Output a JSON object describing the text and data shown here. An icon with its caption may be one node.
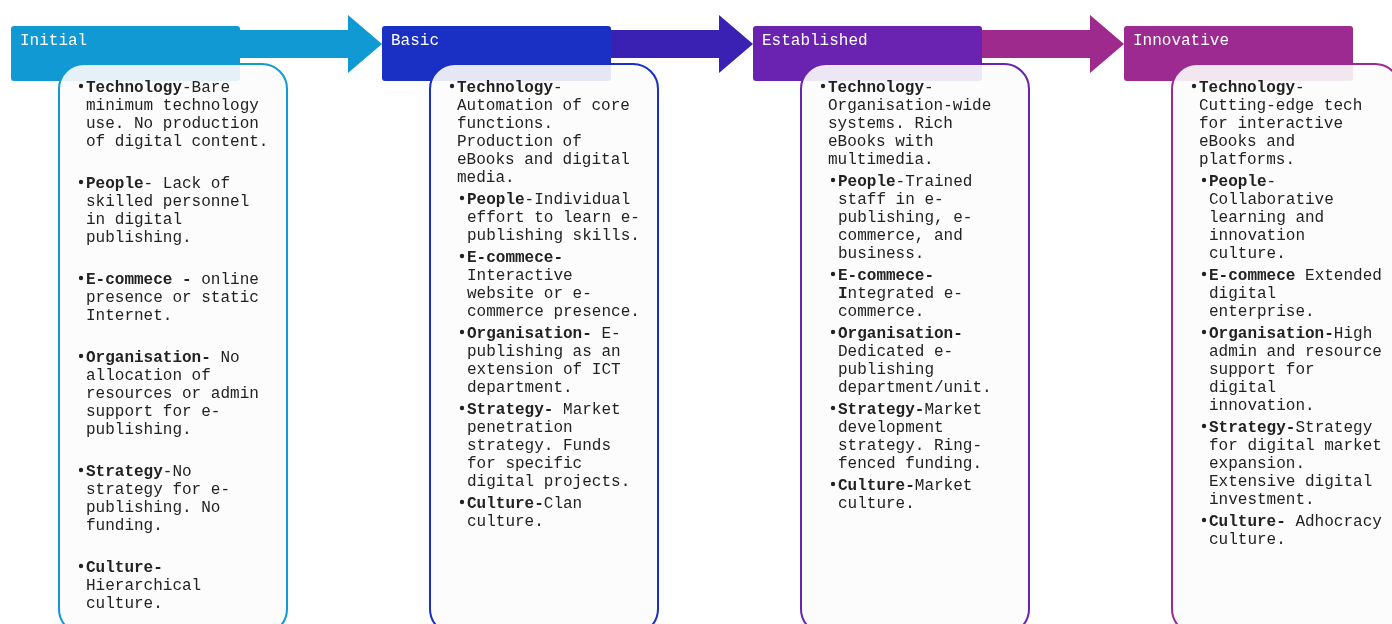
{
  "diagram": {
    "nodes": [
      {
        "text": [
          "Initial"
        ]
      },
      {
        "text": [
          "**Technology**-Bare minimum technology use. No production of digital content.",
          "**People**- Lack of skilled personnel in digital publishing.",
          "**E-commece -** online presence or static Internet.",
          "**Organisation-** No allocation of resources or admin support for e-publishing.",
          "**Strategy**-No strategy for e-publishing. No funding.",
          "**Culture-** Hierarchical culture."
        ]
      },
      {
        "text": [
          "Basic"
        ]
      },
      {
        "text": [
          "**Technology**- Automation of core functions. Production of eBooks and digital media.",
          "**People**-Individual effort to learn e-publishing skills.",
          "**E-commece-** Interactive website or e-commerce presence.",
          "**Organisation-** E-publishing as an extension of ICT department.",
          "**Strategy-** Market penetration strategy. Funds for specific digital projects.",
          "**Culture-**Clan culture."
        ]
      },
      {
        "text": [
          "Established"
        ]
      },
      {
        "text": [
          "**Technology**- Organisation-wide systems. Rich eBooks with multimedia.",
          "**People**-Trained staff in e-publishing, e-commerce, and business.",
          "**E-commece- I**ntegrated e-commerce.",
          "**Organisation-** Dedicated e-publishing department/unit.",
          "**Strategy-**Market development strategy. Ring-fenced funding.",
          "**Culture-**Market culture."
        ]
      },
      {
        "text": [
          "Innovative"
        ]
      },
      {
        "text": [
          "**Technology**- Cutting-edge tech for interactive eBooks and platforms.",
          "**People**- Collaborative learning and innovation culture.",
          "**E-commece** Extended digital enterprise.",
          "**Organisation-**High admin and resource support for digital innovation.",
          "**Strategy-**Strategy for digital market expansion. Extensive digital investment.",
          "**Culture-** Adhocracy culture."
        ]
      }
    ],
    "edges": [
      {
        "from": 0,
        "to": 2,
        "arrow": "to",
        "color": "#1199d4"
      },
      {
        "from": 2,
        "to": 4,
        "arrow": "to",
        "color": "#3b20b4"
      },
      {
        "from": 4,
        "to": 6,
        "arrow": "to",
        "color": "#9e2a8e"
      }
    ]
  }
}
